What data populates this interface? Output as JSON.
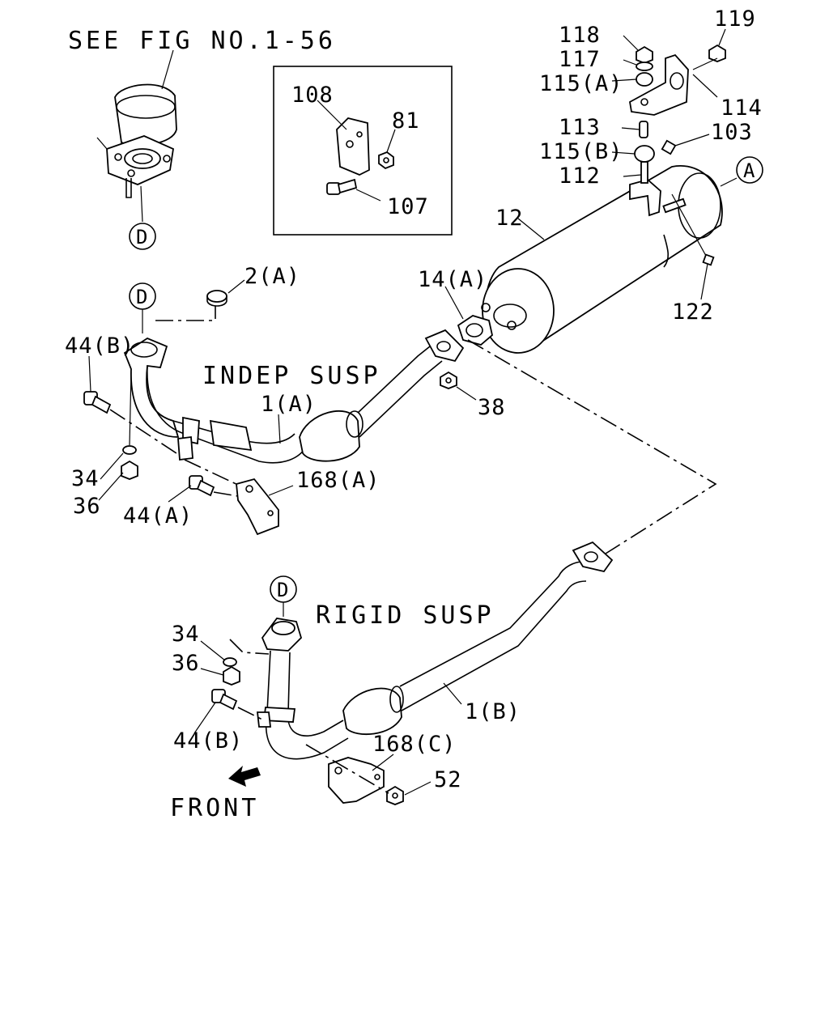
{
  "captions": {
    "see_fig": "SEE FIG NO.1-56",
    "indep": "INDEP SUSP",
    "rigid": "RIGID SUSP",
    "front": "FRONT"
  },
  "circles": {
    "d1": "D",
    "d2": "D",
    "d3": "D",
    "a": "A"
  },
  "labels": {
    "l118": "118",
    "l117": "117",
    "l115a": "115(A)",
    "l119": "119",
    "l114": "114",
    "l113": "113",
    "l103": "103",
    "l115b": "115(B)",
    "l112": "112",
    "l12": "12",
    "l122": "122",
    "l108": "108",
    "l81": "81",
    "l107": "107",
    "l2a": "2(A)",
    "l14a": "14(A)",
    "l44b1": "44(B)",
    "l1a": "1(A)",
    "l38": "38",
    "l34a": "34",
    "l36a": "36",
    "l44a": "44(A)",
    "l168a": "168(A)",
    "l34b": "34",
    "l36b": "36",
    "l44b2": "44(B)",
    "l1b": "1(B)",
    "l168c": "168(C)",
    "l52": "52"
  }
}
